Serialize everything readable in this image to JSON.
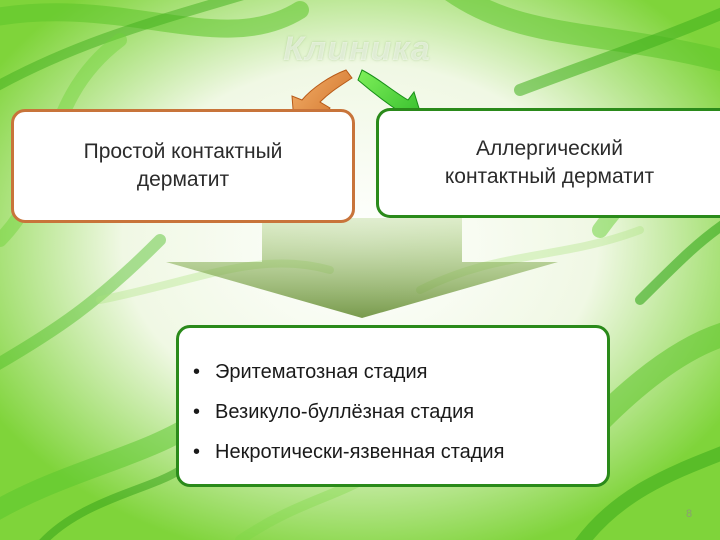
{
  "slide": {
    "title": "Клиника",
    "left_box": {
      "line1": "Простой контактный",
      "line2": "дерматит"
    },
    "right_box": {
      "line1": "Аллергический",
      "line2": "контактный дерматит"
    },
    "stages": [
      {
        "bullet": "•",
        "label": "Эритематозная стадия"
      },
      {
        "bullet": "•",
        "label": "Везикуло-буллёзная стадия"
      },
      {
        "bullet": "•",
        "label": "Некротически-язвенная стадия"
      }
    ],
    "slide_number": "8"
  },
  "colors": {
    "orange_accent": "#d9802f",
    "green_accent": "#3cc93a",
    "border_orange": "#c8743a",
    "border_green": "#2a8a1a"
  },
  "icons": [
    "curved-arrow-left-icon",
    "curved-arrow-right-icon",
    "down-arrow-icon"
  ]
}
